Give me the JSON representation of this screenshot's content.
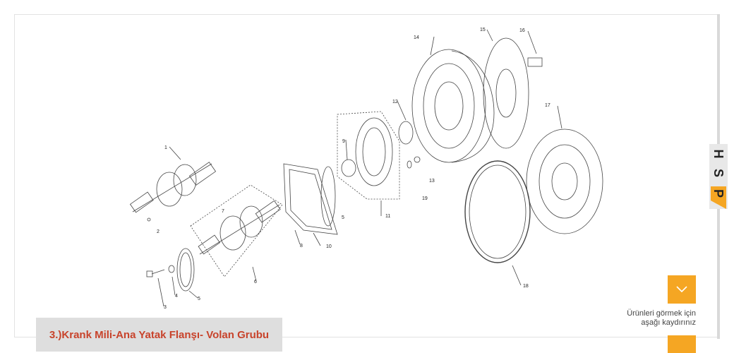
{
  "diagram": {
    "part_numbers": [
      "1",
      "2",
      "3",
      "4",
      "5",
      "5",
      "6",
      "7",
      "8",
      "9",
      "10",
      "11",
      "12",
      "13",
      "14",
      "15",
      "16",
      "17",
      "18",
      "19"
    ]
  },
  "caption": {
    "title": "3.)Krank Mili-Ana Yatak Flanşı- Volan Grubu"
  },
  "scroll_hint": {
    "line1": "Ürünleri görmek için",
    "line2": "aşağı kaydırınız"
  },
  "brand": {
    "letters": [
      "H",
      "S",
      "P"
    ]
  },
  "colors": {
    "accent": "#f5a623",
    "caption_text": "#c8432b",
    "caption_bg": "#dedede"
  }
}
